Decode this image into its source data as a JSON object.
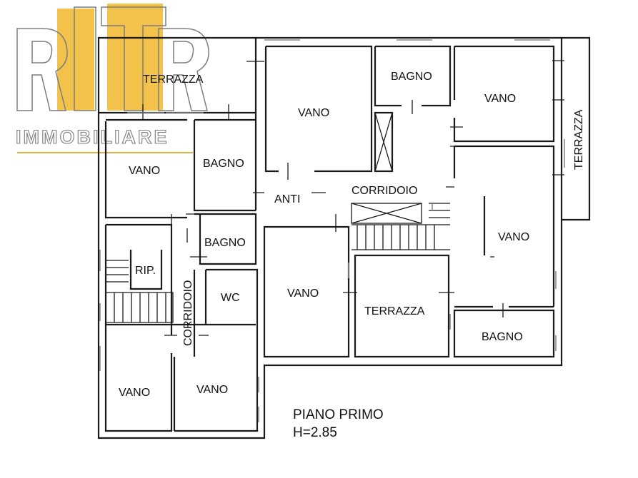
{
  "logo": {
    "brand": "IMMOBILIARE",
    "colors": {
      "gold": "#f2c24a",
      "outline": "#7d7d7d"
    }
  },
  "rooms": {
    "terrazza_top": "TERRAZZA",
    "terrazza_right": "TERRAZZA",
    "terrazza_center": "TERRAZZA",
    "vano_upper_left": "VANO",
    "vano_top_center": "VANO",
    "vano_top_right": "VANO",
    "vano_right": "VANO",
    "vano_center": "VANO",
    "vano_bottom_left": "VANO",
    "vano_bottom_mid": "VANO",
    "bagno_top": "BAGNO",
    "bagno_left": "BAGNO",
    "bagno_mid": "BAGNO",
    "bagno_bottom_right": "BAGNO",
    "anti": "ANTI",
    "corridoio_main": "CORRIDOIO",
    "corridoio_vertical": "CORRIDOIO",
    "rip": "RIP.",
    "wc": "WC"
  },
  "floor": {
    "name": "PIANO PRIMO",
    "height": "H=2.85"
  }
}
